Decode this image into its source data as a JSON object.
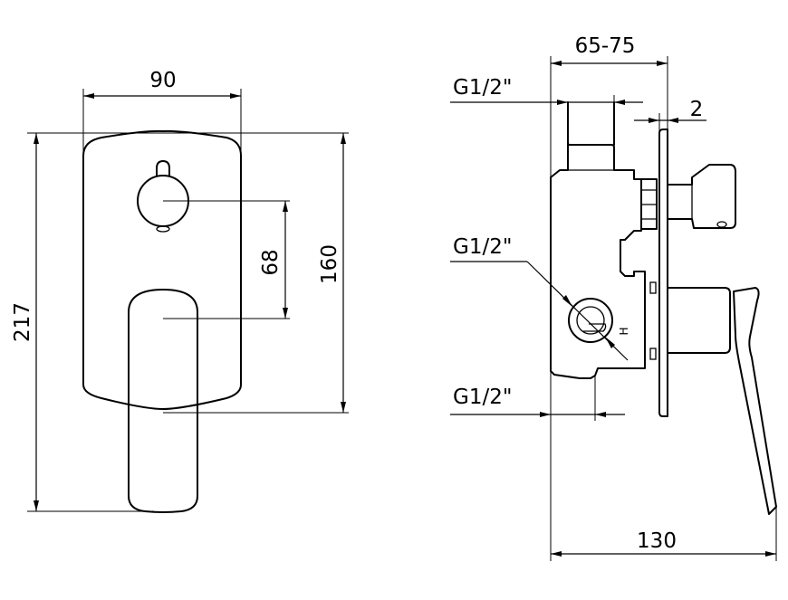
{
  "front_view": {
    "width_label": "90",
    "overall_height_label": "217",
    "plate_height_label": "160",
    "spacing_label": "68"
  },
  "side_view": {
    "depth_range_label": "65-75",
    "plate_thickness_label": "2",
    "top_inlet_label": "G1/2\"",
    "middle_inlet_label": "G1/2\"",
    "bottom_outlet_label": "G1/2\"",
    "hot_mark_label": "H",
    "total_depth_label": "130"
  }
}
